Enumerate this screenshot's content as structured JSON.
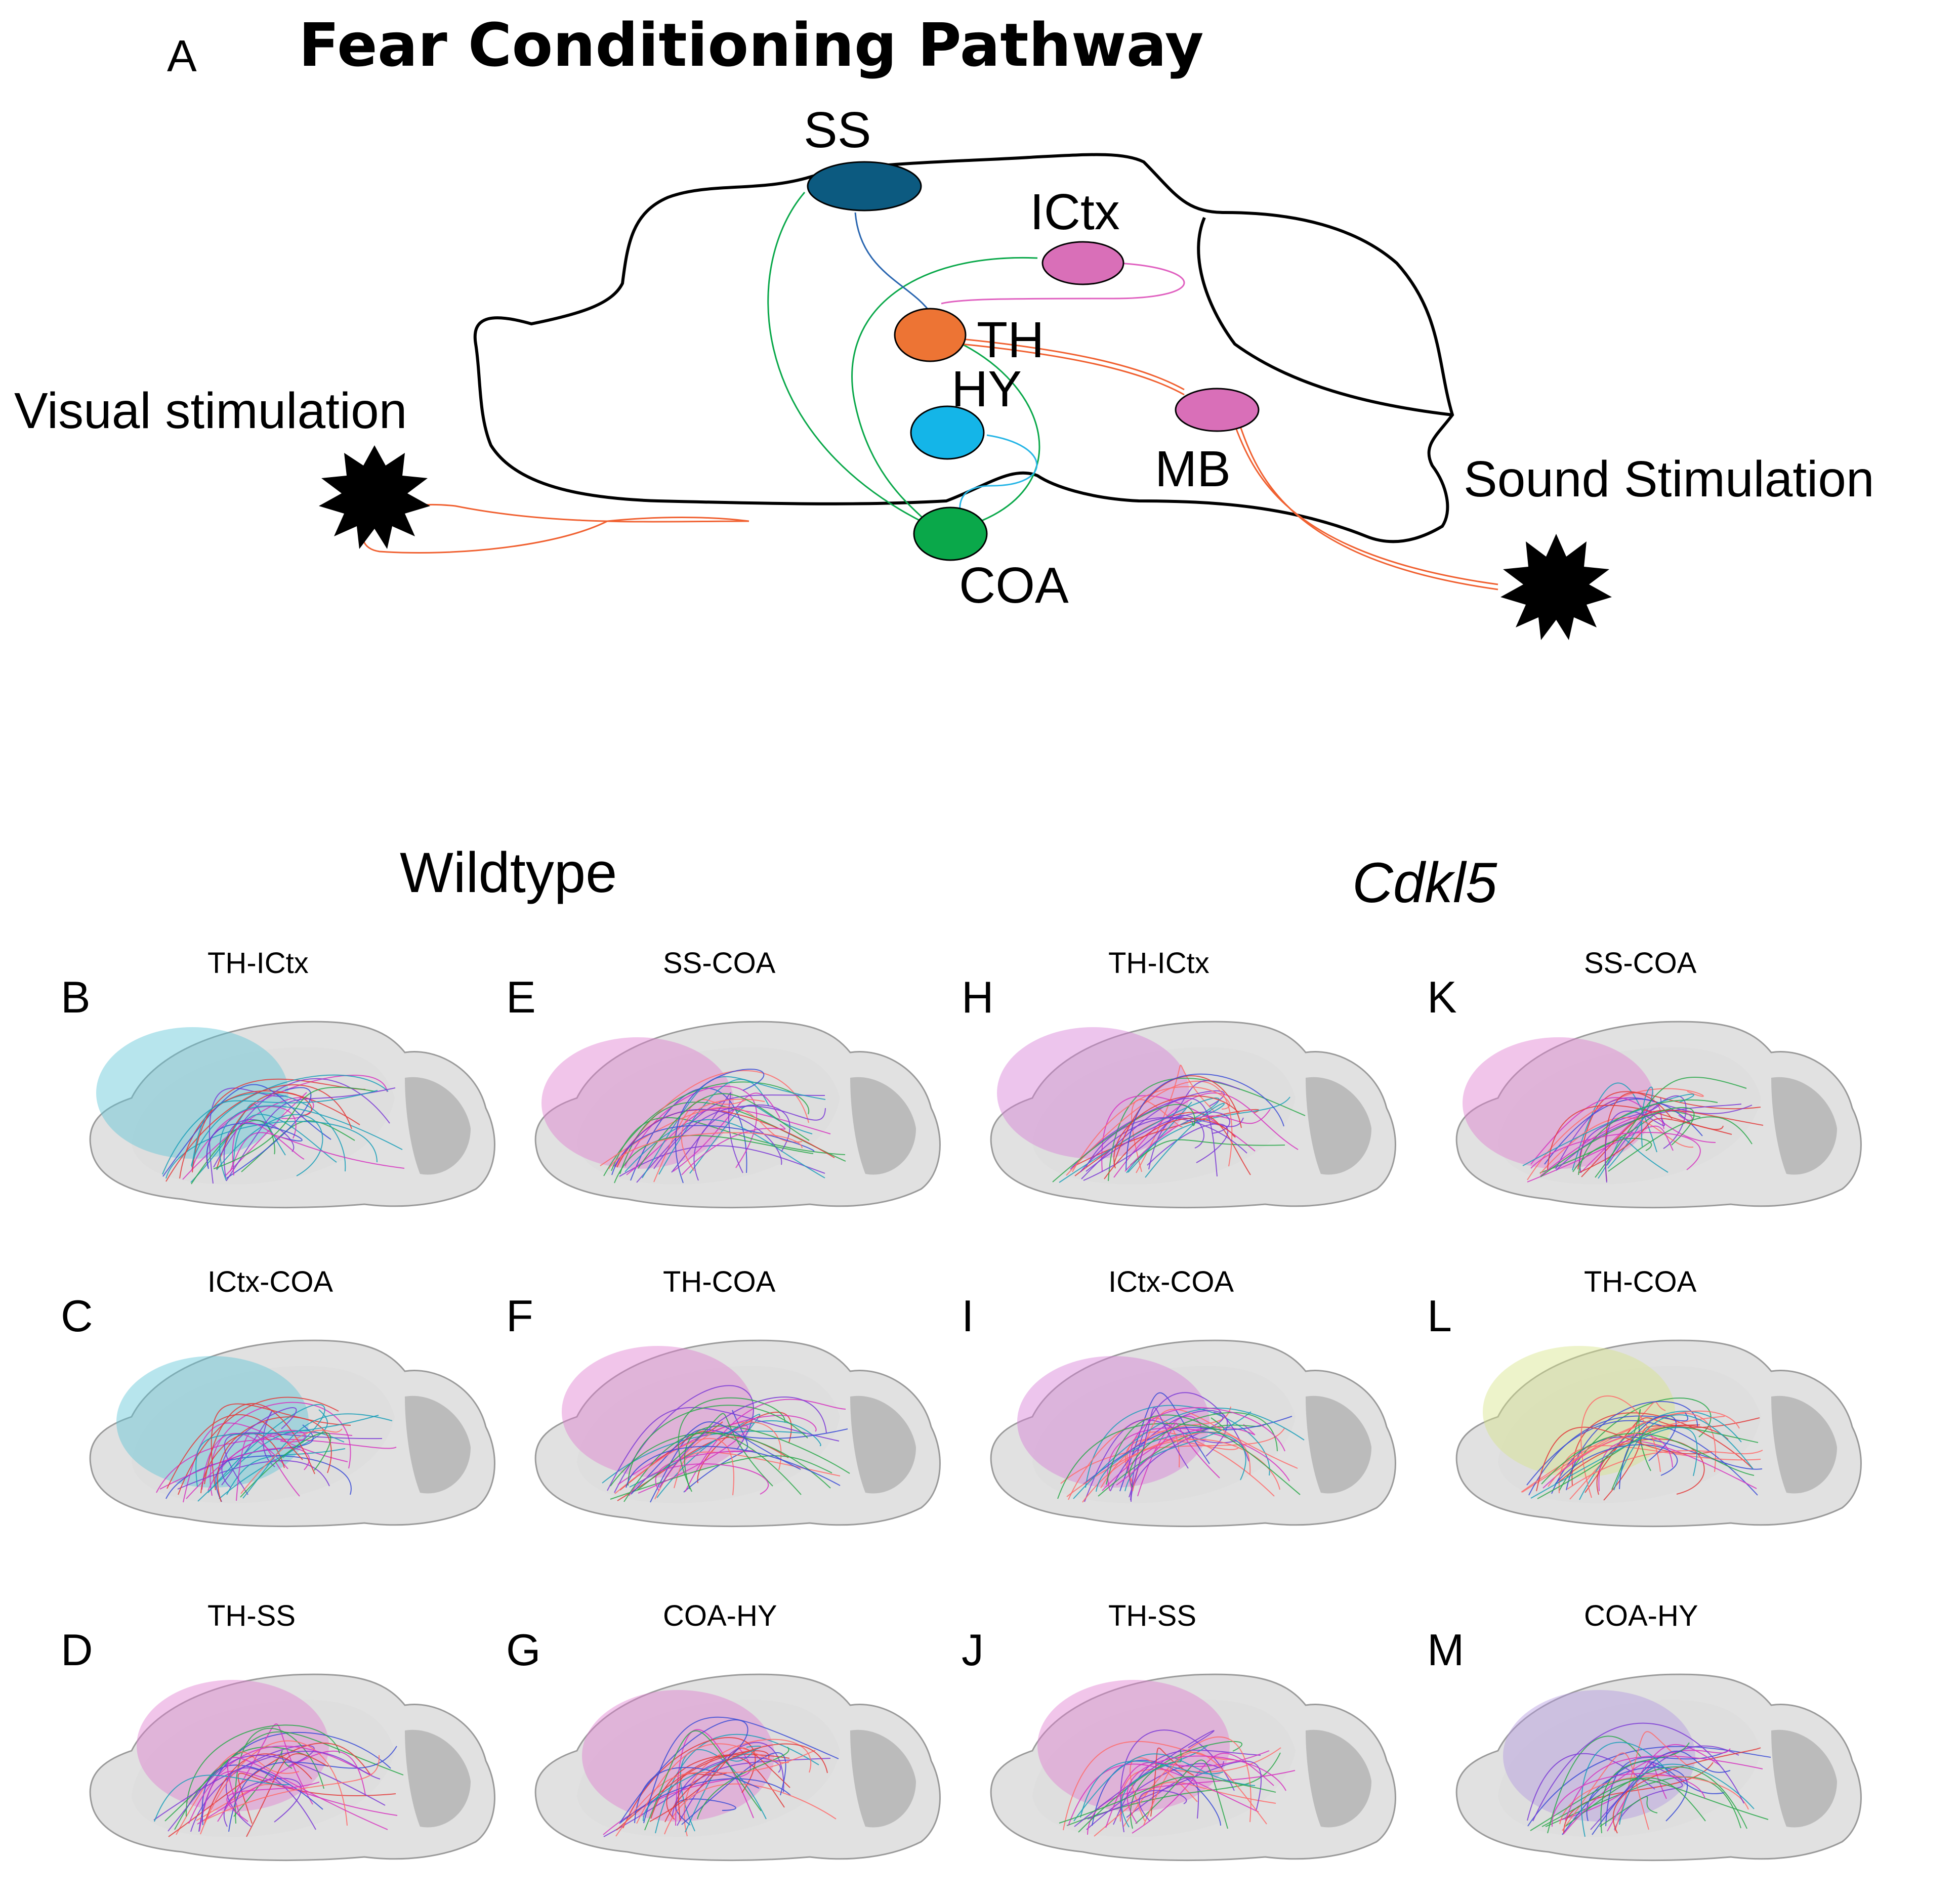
{
  "panel_a": {
    "letter": "A",
    "title": "Fear Conditioning Pathway",
    "regions": {
      "ss": {
        "label": "SS",
        "color": "#0c5a80"
      },
      "ictx": {
        "label": "ICtx",
        "color": "#d96fb8"
      },
      "th": {
        "label": "TH",
        "color": "#ed7434"
      },
      "hy": {
        "label": "HY",
        "color": "#14b5e8"
      },
      "mb": {
        "label": "MB",
        "color": "#d96fb8"
      },
      "coa": {
        "label": "COA",
        "color": "#0aa84a"
      }
    },
    "stimuli": {
      "visual": "Visual stimulation",
      "sound": "Sound Stimulation"
    }
  },
  "groups": {
    "wildtype": "Wildtype",
    "cdkl5": "Cdkl5"
  },
  "panels": [
    {
      "letter": "B",
      "label": "TH-ICtx",
      "overlay": "#5fc6d6"
    },
    {
      "letter": "C",
      "label": "ICtx-COA",
      "overlay": "#5fc6d6"
    },
    {
      "letter": "D",
      "label": "TH-SS",
      "overlay": "#e07fd0"
    },
    {
      "letter": "E",
      "label": "SS-COA",
      "overlay": "#e07fd0"
    },
    {
      "letter": "F",
      "label": "TH-COA",
      "overlay": "#e07fd0"
    },
    {
      "letter": "G",
      "label": "COA-HY",
      "overlay": "#e07fd0"
    },
    {
      "letter": "H",
      "label": "TH-ICtx",
      "overlay": "#d77fd8"
    },
    {
      "letter": "I",
      "label": "ICtx-COA",
      "overlay": "#d77fd8"
    },
    {
      "letter": "J",
      "label": "TH-SS",
      "overlay": "#e07fd0"
    },
    {
      "letter": "K",
      "label": "SS-COA",
      "overlay": "#e07fd0"
    },
    {
      "letter": "L",
      "label": "TH-COA",
      "overlay": "#d6e58a"
    },
    {
      "letter": "M",
      "label": "COA-HY",
      "overlay": "#b49ae0"
    }
  ]
}
